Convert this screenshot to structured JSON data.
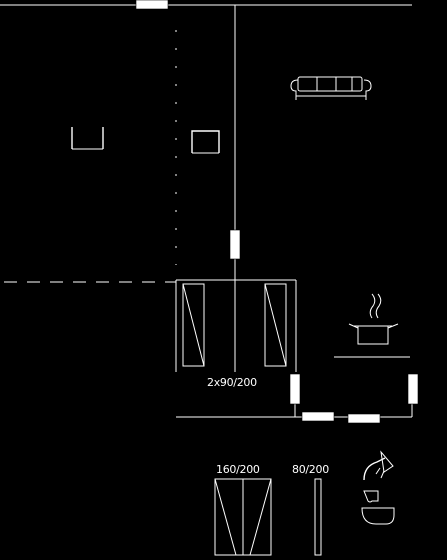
{
  "labels": {
    "wardrobe_2x": "2x90/200",
    "wardrobe_wide": "160/200",
    "wardrobe_narrow": "80/200"
  },
  "icons": [
    "sofa-icon",
    "chair-icon",
    "table-icon",
    "cooking-pot-icon",
    "shower-icon",
    "toilet-icon"
  ]
}
